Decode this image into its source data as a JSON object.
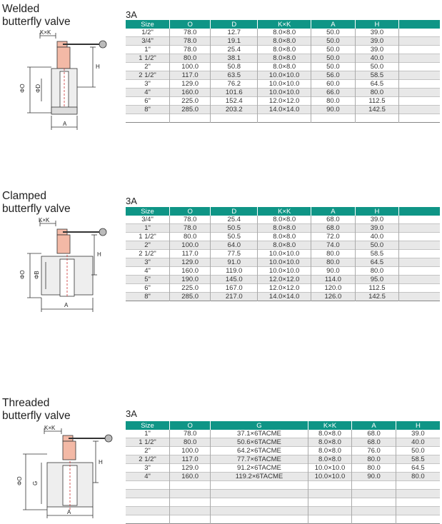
{
  "sections": [
    {
      "title": "Welded\nbutterfly valve",
      "table_label": "3A",
      "columns": [
        "Size",
        "O",
        "D",
        "K×K",
        "A",
        "H"
      ],
      "rows": [
        [
          "1/2\"",
          "78.0",
          "12.7",
          "8.0×8.0",
          "50.0",
          "39.0"
        ],
        [
          "3/4\"",
          "78.0",
          "19.1",
          "8.0×8.0",
          "50.0",
          "39.0"
        ],
        [
          "1\"",
          "78.0",
          "25.4",
          "8.0×8.0",
          "50.0",
          "39.0"
        ],
        [
          "1 1/2\"",
          "80.0",
          "38.1",
          "8.0×8.0",
          "50.0",
          "40.0"
        ],
        [
          "2\"",
          "100.0",
          "50.8",
          "8.0×8.0",
          "50.0",
          "50.0"
        ],
        [
          "2 1/2\"",
          "117.0",
          "63.5",
          "10.0×10.0",
          "56.0",
          "58.5"
        ],
        [
          "3\"",
          "129.0",
          "76.2",
          "10.0×10.0",
          "60.0",
          "64.5"
        ],
        [
          "4\"",
          "160.0",
          "101.6",
          "10.0×10.0",
          "66.0",
          "80.0"
        ],
        [
          "6\"",
          "225.0",
          "152.4",
          "12.0×12.0",
          "80.0",
          "112.5"
        ],
        [
          "8\"",
          "285.0",
          "203.2",
          "14.0×14.0",
          "90.0",
          "142.5"
        ],
        [
          "",
          "",
          "",
          "",
          "",
          ""
        ]
      ],
      "drawing_labels": {
        "kk": "K×K",
        "o": "ΦO",
        "d": "ΦD",
        "h": "H",
        "a": "A"
      }
    },
    {
      "title": "Clamped\nbutterfly valve",
      "table_label": "3A",
      "columns": [
        "Size",
        "O",
        "D",
        "K×K",
        "A",
        "H"
      ],
      "rows": [
        [
          "3/4\"",
          "78.0",
          "25.4",
          "8.0×8.0",
          "68.0",
          "39.0"
        ],
        [
          "1\"",
          "78.0",
          "50.5",
          "8.0×8.0",
          "68.0",
          "39.0"
        ],
        [
          "1 1/2\"",
          "80.0",
          "50.5",
          "8.0×8.0",
          "72.0",
          "40.0"
        ],
        [
          "2\"",
          "100.0",
          "64.0",
          "8.0×8.0",
          "74.0",
          "50.0"
        ],
        [
          "2 1/2\"",
          "117.0",
          "77.5",
          "10.0×10.0",
          "80.0",
          "58.5"
        ],
        [
          "3\"",
          "129.0",
          "91.0",
          "10.0×10.0",
          "80.0",
          "64.5"
        ],
        [
          "4\"",
          "160.0",
          "119.0",
          "10.0×10.0",
          "90.0",
          "80.0"
        ],
        [
          "5\"",
          "190.0",
          "145.0",
          "12.0×12.0",
          "114.0",
          "95.0"
        ],
        [
          "6\"",
          "225.0",
          "167.0",
          "12.0×12.0",
          "120.0",
          "112.5"
        ],
        [
          "8\"",
          "285.0",
          "217.0",
          "14.0×14.0",
          "126.0",
          "142.5"
        ]
      ],
      "drawing_labels": {
        "kk": "K×K",
        "o": "ΦO",
        "d": "ΦB",
        "h": "H",
        "a": "A"
      }
    },
    {
      "title": "Threaded\nbutterfly valve",
      "table_label": "3A",
      "columns": [
        "Size",
        "O",
        "G",
        "K×K",
        "A",
        "H"
      ],
      "rows": [
        [
          "1\"",
          "78.0",
          "37.1×6TACME",
          "8.0×8.0",
          "68.0",
          "39.0"
        ],
        [
          "1 1/2\"",
          "80.0",
          "50.6×6TACME",
          "8.0×8.0",
          "68.0",
          "40.0"
        ],
        [
          "2\"",
          "100.0",
          "64.2×6TACME",
          "8.0×8.0",
          "76.0",
          "50.0"
        ],
        [
          "2 1/2\"",
          "117.0",
          "77.7×6TACME",
          "8.0×8.0",
          "80.0",
          "58.5"
        ],
        [
          "3\"",
          "129.0",
          "91.2×6TACME",
          "10.0×10.0",
          "80.0",
          "64.5"
        ],
        [
          "4\"",
          "160.0",
          "119.2×6TACME",
          "10.0×10.0",
          "90.0",
          "80.0"
        ],
        [
          "",
          "",
          "",
          "",
          "",
          ""
        ],
        [
          "",
          "",
          "",
          "",
          "",
          ""
        ],
        [
          "",
          "",
          "",
          "",
          "",
          ""
        ],
        [
          "",
          "",
          "",
          "",
          "",
          ""
        ],
        [
          "",
          "",
          "",
          "",
          "",
          ""
        ]
      ],
      "drawing_labels": {
        "kk": "K×K",
        "o": "ΦO",
        "d": "G",
        "h": "H",
        "a": "A"
      }
    }
  ]
}
